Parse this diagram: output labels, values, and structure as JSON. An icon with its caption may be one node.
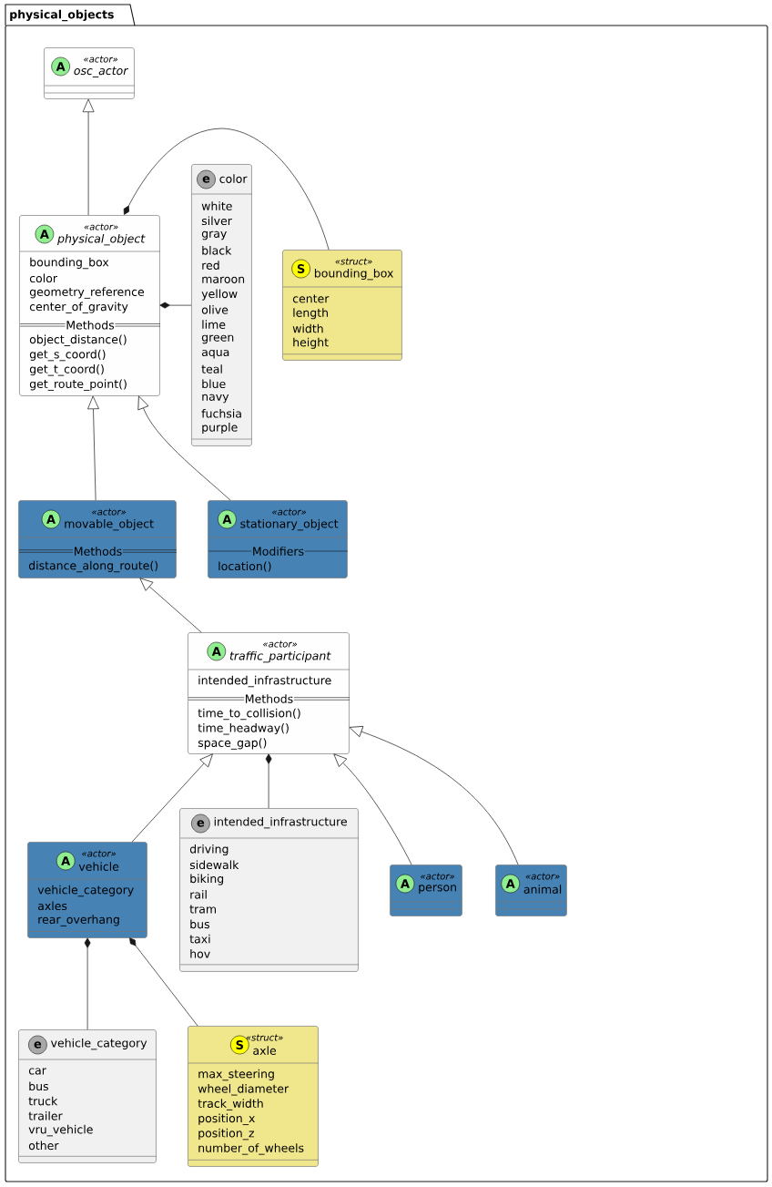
{
  "diagram": {
    "nodes": [
      {
        "text": [
          "physical_objects"
        ]
      },
      {
        "text": [
          "A",
          "«actor»",
          "osc_actor"
        ],
        "in": 0
      },
      {
        "text": [
          "A",
          "«actor»",
          "physical_object",
          "bounding_box",
          "color",
          "geometry_reference",
          "center_of_gravity",
          "Methods",
          "object_distance()",
          "get_s_coord()",
          "get_t_coord()",
          "get_route_point()"
        ],
        "in": 0
      },
      {
        "text": [
          "e",
          "color",
          "white",
          "silver",
          "gray",
          "black",
          "red",
          "maroon",
          "yellow",
          "olive",
          "lime",
          "green",
          "aqua",
          "teal",
          "blue",
          "navy",
          "fuchsia",
          "purple"
        ],
        "in": 0
      },
      {
        "text": [
          "S",
          "«struct»",
          "bounding_box",
          "center",
          "length",
          "width",
          "height"
        ],
        "in": 0
      },
      {
        "text": [
          "A",
          "«actor»",
          "movable_object",
          "Methods",
          "distance_along_route()"
        ],
        "in": 0
      },
      {
        "text": [
          "A",
          "«actor»",
          "stationary_object",
          "Modifiers",
          "location()"
        ],
        "in": 0
      },
      {
        "text": [
          "A",
          "«actor»",
          "traffic_participant",
          "intended_infrastructure",
          "Methods",
          "time_to_collision()",
          "time_headway()",
          "space_gap()"
        ],
        "in": 0
      },
      {
        "text": [
          "A",
          "«actor»",
          "vehicle",
          "vehicle_category",
          "axles",
          "rear_overhang"
        ],
        "in": 0
      },
      {
        "text": [
          "e",
          "intended_infrastructure",
          "driving",
          "sidewalk",
          "biking",
          "rail",
          "tram",
          "bus",
          "taxi",
          "hov"
        ],
        "in": 0
      },
      {
        "text": [
          "A",
          "«actor»",
          "person"
        ],
        "in": 0
      },
      {
        "text": [
          "A",
          "«actor»",
          "animal"
        ],
        "in": 0
      },
      {
        "text": [
          "e",
          "vehicle_category",
          "car",
          "bus",
          "truck",
          "trailer",
          "vru_vehicle",
          "other"
        ],
        "in": 0
      },
      {
        "text": [
          "S",
          "«struct»",
          "axle",
          "max_steering",
          "wheel_diameter",
          "track_width",
          "position_x",
          "position_z",
          "number_of_wheels"
        ],
        "in": 0
      }
    ],
    "edges": [
      {
        "from": 2,
        "to": 1,
        "arrow": "to"
      },
      {
        "from": 2,
        "to": 4,
        "arrow": "other"
      },
      {
        "from": 2,
        "to": 3,
        "arrow": "other"
      },
      {
        "from": 5,
        "to": 2,
        "arrow": "to"
      },
      {
        "from": 6,
        "to": 2,
        "arrow": "to"
      },
      {
        "from": 7,
        "to": 5,
        "arrow": "to"
      },
      {
        "from": 8,
        "to": 7,
        "arrow": "to"
      },
      {
        "from": 7,
        "to": 9,
        "arrow": "other"
      },
      {
        "from": 10,
        "to": 7,
        "arrow": "to"
      },
      {
        "from": 11,
        "to": 7,
        "arrow": "to"
      },
      {
        "from": 8,
        "to": 12,
        "arrow": "other"
      },
      {
        "from": 8,
        "to": 13,
        "arrow": "other"
      }
    ]
  }
}
